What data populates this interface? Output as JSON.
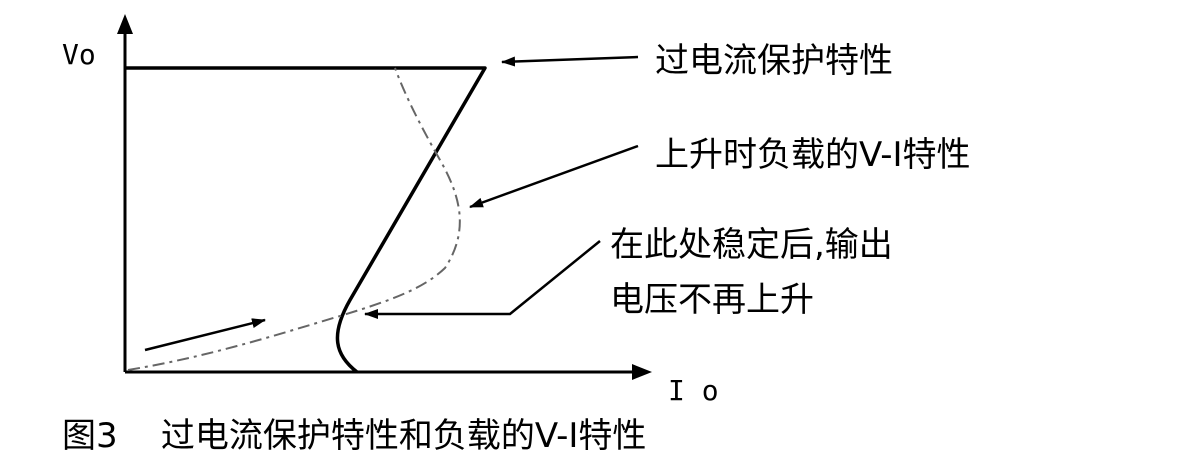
{
  "figure": {
    "caption": "图3    过电流保护特性和负载的V-I特性"
  },
  "axes": {
    "y_label": "Vo",
    "x_label": "I o"
  },
  "annotations": {
    "overcurrent": "过电流保护特性",
    "load_rising": "上升时负载的V-I特性",
    "stable_line1": "在此处稳定后,输出",
    "stable_line2": "电压不再上升"
  },
  "colors": {
    "ink": "#000000",
    "paper": "#ffffff"
  }
}
